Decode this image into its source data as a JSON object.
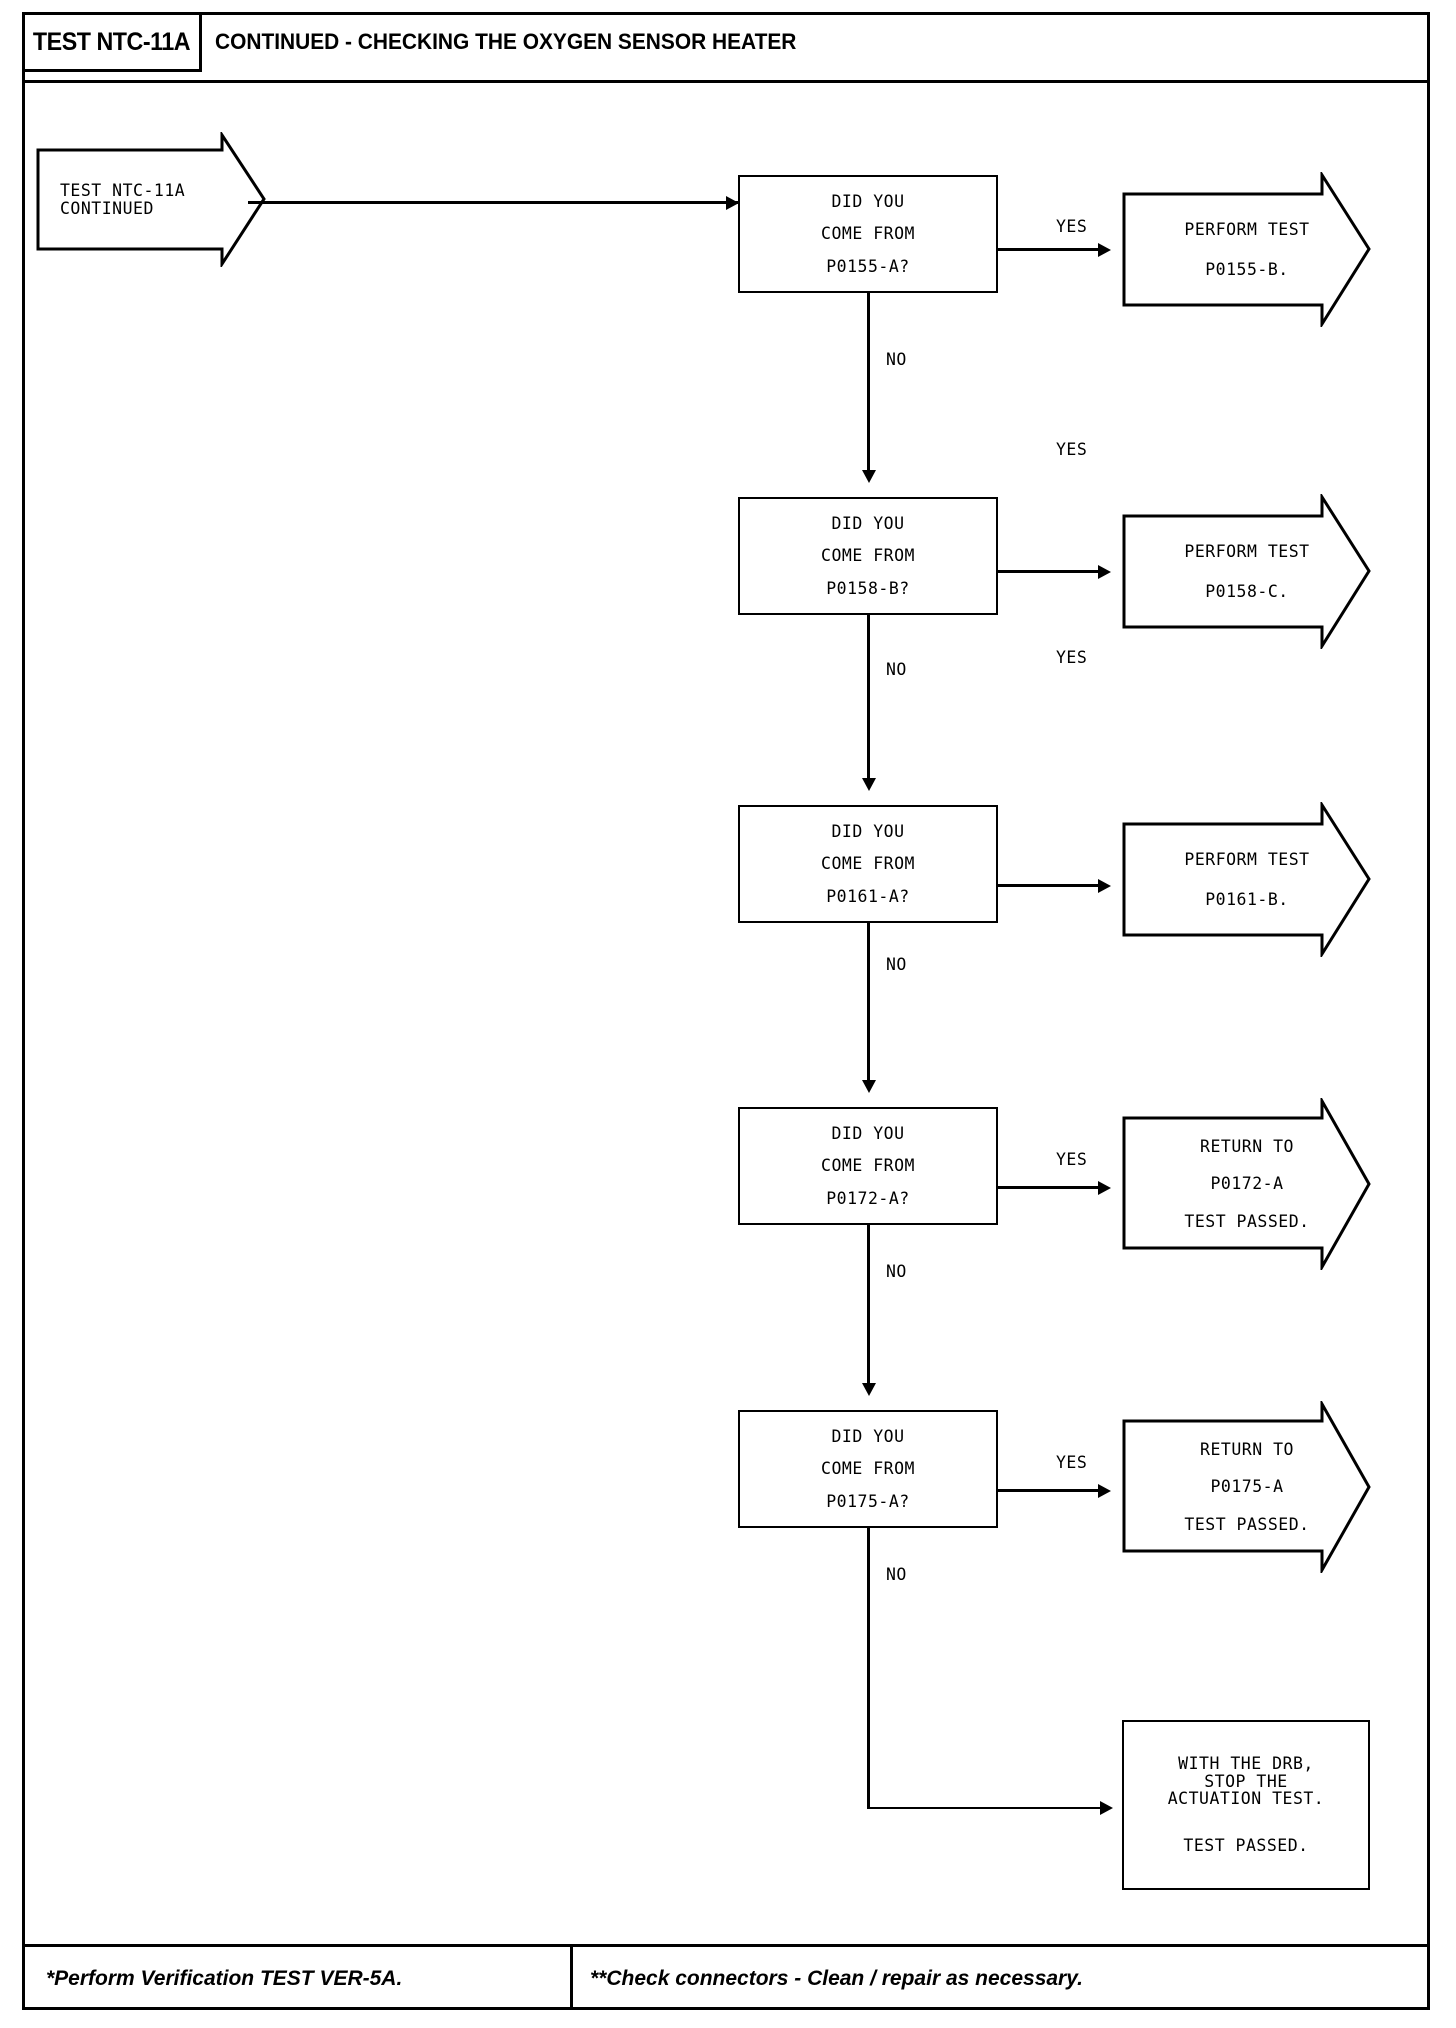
{
  "header": {
    "test_id": "TEST NTC-11A",
    "subtitle": "CONTINUED - CHECKING THE OXYGEN SENSOR HEATER"
  },
  "footer": {
    "left_note": "*Perform Verification TEST VER-5A.",
    "right_note": "**Check connectors - Clean / repair as necessary."
  },
  "labels": {
    "yes": "YES",
    "no": "NO"
  },
  "start": {
    "line1": "TEST NTC-11A",
    "line2": "CONTINUED"
  },
  "decisions": [
    {
      "line1": "DID YOU",
      "line2": "COME FROM",
      "line3": "P0155-A?",
      "yes_label": "YES",
      "no_label": "NO",
      "yes_target": {
        "line1": "PERFORM TEST",
        "line2": "P0155-B.",
        "line3": ""
      }
    },
    {
      "line1": "DID YOU",
      "line2": "COME FROM",
      "line3": "P0158-B?",
      "yes_label": "YES",
      "no_label": "NO",
      "yes_target": {
        "line1": "PERFORM TEST",
        "line2": "P0158-C.",
        "line3": ""
      }
    },
    {
      "line1": "DID YOU",
      "line2": "COME FROM",
      "line3": "P0161-A?",
      "yes_label": "YES",
      "no_label": "NO",
      "yes_target": {
        "line1": "PERFORM TEST",
        "line2": "P0161-B.",
        "line3": ""
      }
    },
    {
      "line1": "DID YOU",
      "line2": "COME FROM",
      "line3": "P0172-A?",
      "yes_label": "YES",
      "no_label": "NO",
      "yes_target": {
        "line1": "RETURN TO",
        "line2": "P0172-A",
        "line3": "TEST PASSED."
      }
    },
    {
      "line1": "DID YOU",
      "line2": "COME FROM",
      "line3": "P0175-A?",
      "yes_label": "YES",
      "no_label": "NO",
      "yes_target": {
        "line1": "RETURN TO",
        "line2": "P0175-A",
        "line3": "TEST PASSED."
      }
    }
  ],
  "terminal": {
    "line1": "WITH THE DRB,",
    "line2": "STOP THE",
    "line3": "ACTUATION TEST.",
    "line4": "TEST PASSED."
  },
  "colors": {
    "ink": "#000000",
    "paper": "#ffffff"
  }
}
